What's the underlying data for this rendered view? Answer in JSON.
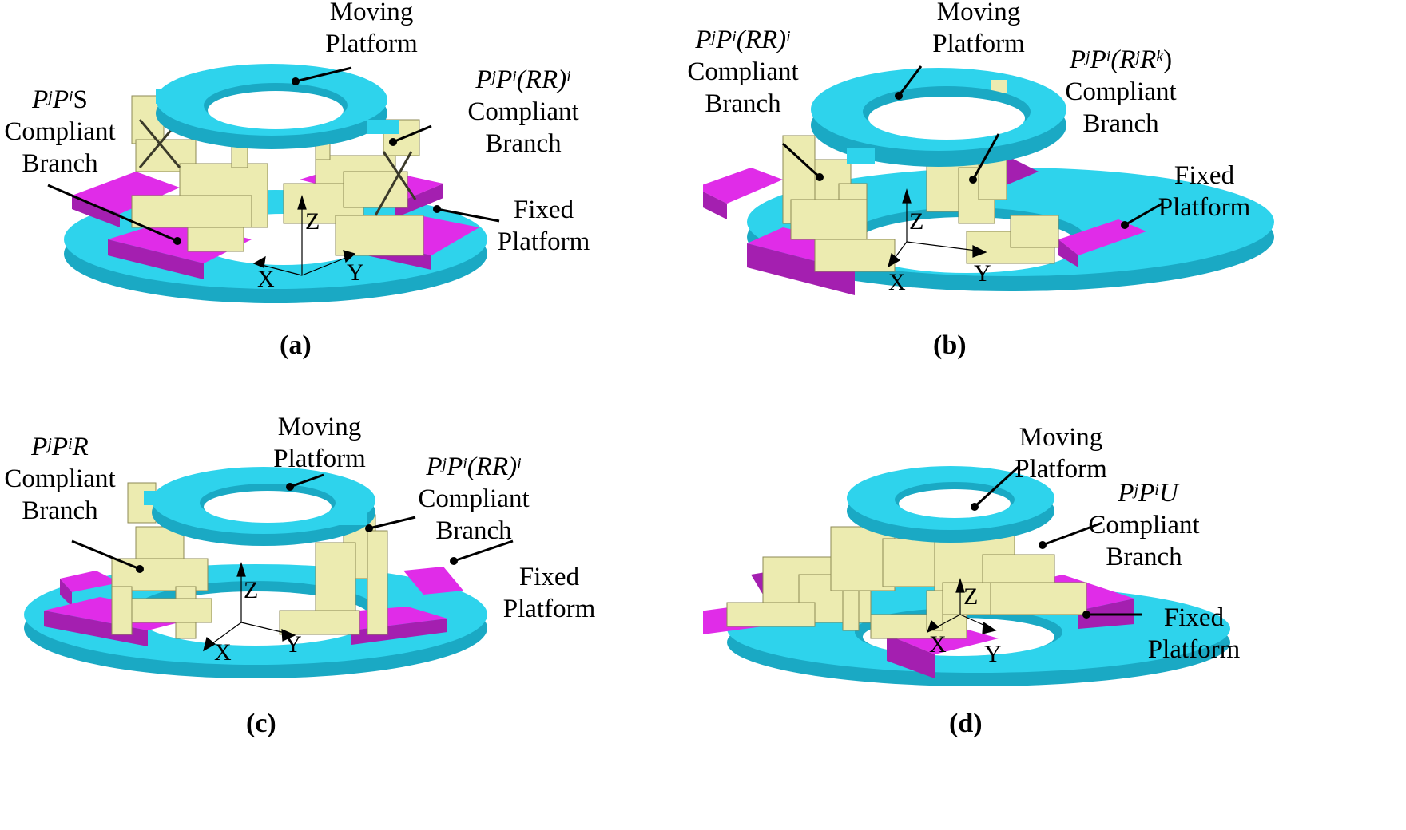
{
  "figure": {
    "colors": {
      "platform": "#2ed3ec",
      "platform_dark": "#1aa9c4",
      "base_block": "#e02ce8",
      "base_block_dark": "#a41fb0",
      "branch": "#ecebb0",
      "branch_dark": "#b8b47a",
      "line": "#000000"
    },
    "panels": [
      {
        "id": "a",
        "caption": "(a)",
        "moving_platform": [
          "Moving",
          "Platform"
        ],
        "fixed_platform": [
          "Fixed",
          "Platform"
        ],
        "left_branch": {
          "formula_base": "P",
          "sup1": "j",
          "mid": "P",
          "sup2": "i",
          "tail": "S",
          "lines": [
            "Compliant",
            "Branch"
          ]
        },
        "right_branch": {
          "formula_base": "P",
          "sup1": "j",
          "mid": "P",
          "sup2": "i",
          "tail": "(RR)",
          "sup3": "i",
          "lines": [
            "Compliant",
            "Branch"
          ]
        },
        "axes": [
          "X",
          "Y",
          "Z"
        ]
      },
      {
        "id": "b",
        "caption": "(b)",
        "moving_platform": [
          "Moving",
          "Platform"
        ],
        "fixed_platform": [
          "Fixed",
          "Platform"
        ],
        "left_branch": {
          "formula_base": "P",
          "sup1": "j",
          "mid": "P",
          "sup2": "i",
          "tail": "(RR)",
          "sup3": "i",
          "lines": [
            "Compliant",
            "Branch"
          ]
        },
        "right_branch": {
          "formula_base": "P",
          "sup1": "j",
          "mid": "P",
          "sup2": "i",
          "tail": "(R",
          "sup3": "j",
          "tail2": "R",
          "sup4": "k",
          "tail3": ")",
          "lines": [
            "Compliant",
            "Branch"
          ]
        },
        "axes": [
          "X",
          "Y",
          "Z"
        ]
      },
      {
        "id": "c",
        "caption": "(c)",
        "moving_platform": [
          "Moving",
          "Platform"
        ],
        "fixed_platform": [
          "Fixed",
          "Platform"
        ],
        "left_branch": {
          "formula_base": "P",
          "sup1": "j",
          "mid": "P",
          "sup2": "i",
          "tail": "R",
          "lines": [
            "Compliant",
            "Branch"
          ]
        },
        "right_branch": {
          "formula_base": "P",
          "sup1": "j",
          "mid": "P",
          "sup2": "i",
          "tail": "(RR)",
          "sup3": "i",
          "lines": [
            "Compliant",
            "Branch"
          ]
        },
        "axes": [
          "X",
          "Y",
          "Z"
        ]
      },
      {
        "id": "d",
        "caption": "(d)",
        "moving_platform": [
          "Moving",
          "Platform"
        ],
        "fixed_platform": [
          "Fixed",
          "Platform"
        ],
        "right_branch": {
          "formula_base": "P",
          "sup1": "j",
          "mid": "P",
          "sup2": "i",
          "tail": "U",
          "lines": [
            "Compliant",
            "Branch"
          ]
        },
        "axes": [
          "X",
          "Y",
          "Z"
        ]
      }
    ]
  }
}
